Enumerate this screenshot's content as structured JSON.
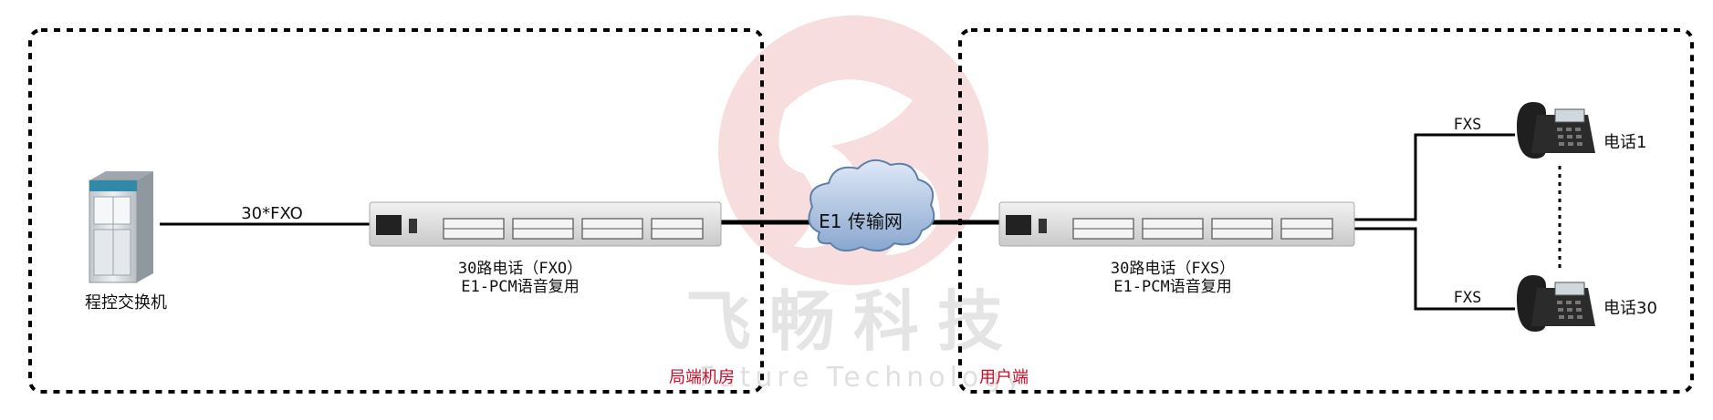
{
  "central_office": {
    "area_label": "局端机房",
    "switch_label": "程控交换机",
    "link_label": "30*FXO",
    "mux_title": "30路电话（FXO）",
    "mux_subtitle": "E1-PCM语音复用"
  },
  "network": {
    "label": "E1 传输网"
  },
  "user_side": {
    "area_label": "用户端",
    "mux_title": "30路电话（FXS）",
    "mux_subtitle": "E1-PCM语音复用",
    "phones": [
      {
        "name": "电话1",
        "link_label": "FXS"
      },
      {
        "name": "电话30",
        "link_label": "FXS"
      }
    ]
  },
  "watermark": {
    "cn": "飞畅科技",
    "en": "Future Technology"
  },
  "colors": {
    "accent_red": "#c8102e",
    "watermark_red": "#e9a0a0",
    "line": "#000000",
    "device_gray": "#d9d9d9"
  }
}
